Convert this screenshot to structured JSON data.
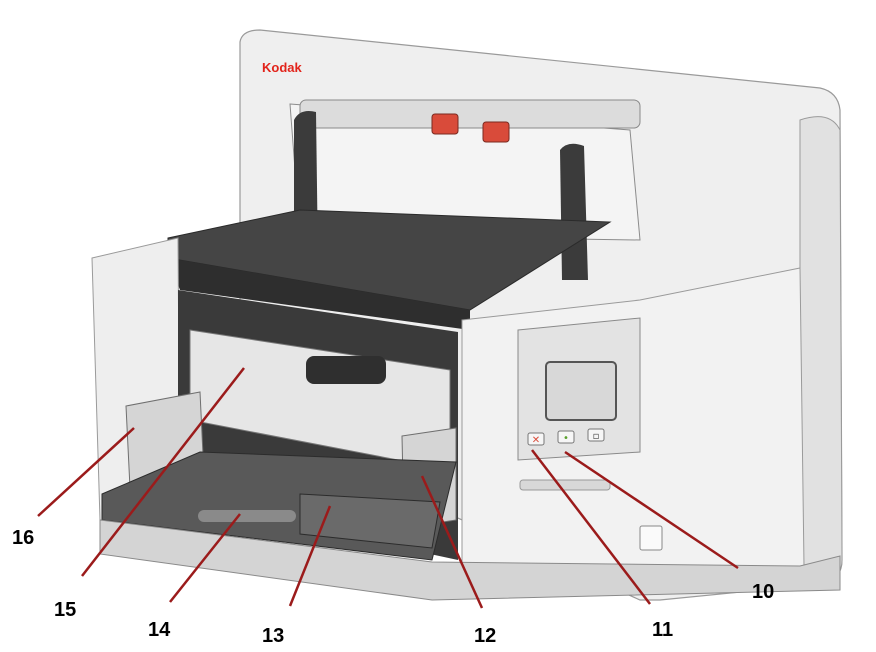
{
  "brand": {
    "name": "Kodak",
    "color": "#e2231a"
  },
  "callouts": [
    {
      "id": "10",
      "label": "10"
    },
    {
      "id": "11",
      "label": "11"
    },
    {
      "id": "12",
      "label": "12"
    },
    {
      "id": "13",
      "label": "13"
    },
    {
      "id": "14",
      "label": "14"
    },
    {
      "id": "15",
      "label": "15"
    },
    {
      "id": "16",
      "label": "16"
    }
  ],
  "colors": {
    "leader_line": "#9b1b1b",
    "body_light": "#ececec",
    "body_mid": "#c9c9c9",
    "body_dark": "#3a3a3a",
    "tray": "#555555",
    "screen": "#d8d8d8",
    "accent_button": "#d94b3a"
  },
  "control_panel": {
    "buttons": [
      {
        "icon": "stop-x-icon",
        "symbol": "✕"
      },
      {
        "icon": "start-icon",
        "symbol": "•"
      },
      {
        "icon": "menu-icon",
        "symbol": "▫"
      }
    ]
  }
}
